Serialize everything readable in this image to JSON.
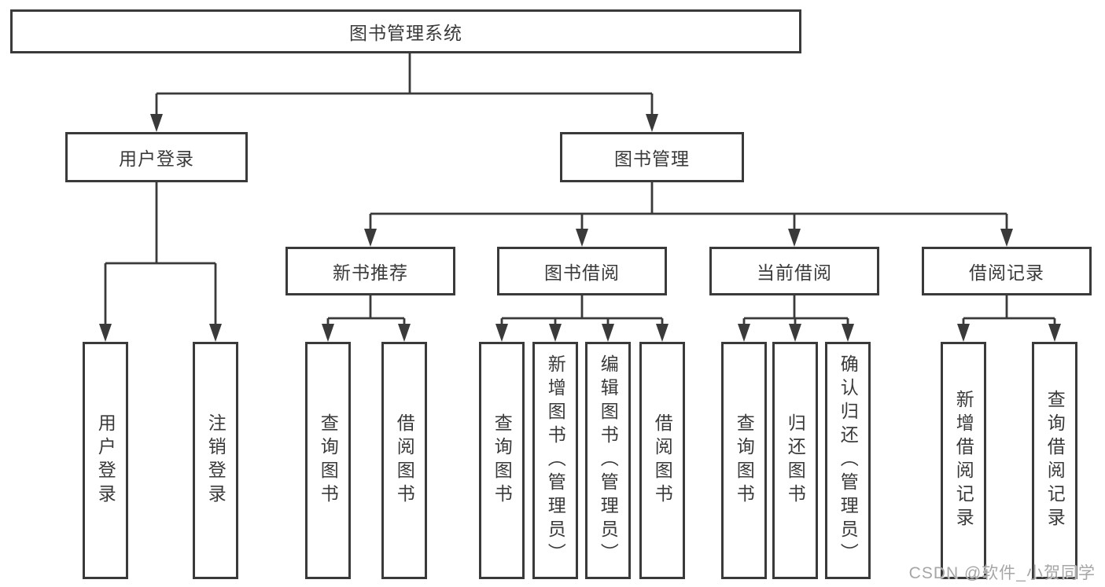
{
  "nodes": {
    "root": "图书管理系统",
    "l2": [
      "用户登录",
      "图书管理"
    ],
    "l3": [
      "新书推荐",
      "图书借阅",
      "当前借阅",
      "借阅记录"
    ],
    "leaves_user": [
      "用户登录",
      "注销登录"
    ],
    "leaves_recommend": [
      "查询图书",
      "借阅图书"
    ],
    "leaves_borrow": [
      "查询图书",
      "新增图书（管理员）",
      "编辑图书（管理员）",
      "借阅图书"
    ],
    "leaves_current": [
      "查询图书",
      "归还图书",
      "确认归还（管理员）"
    ],
    "leaves_record": [
      "新增借阅记录",
      "查询借阅记录"
    ]
  },
  "watermark": "CSDN @软件_小贺同学",
  "colors": {
    "line": "#3a3a3a",
    "text": "#3a3a3a",
    "box-bg": "#ffffff",
    "bg": "#ffffff",
    "watermark": "#a6a6a6"
  }
}
